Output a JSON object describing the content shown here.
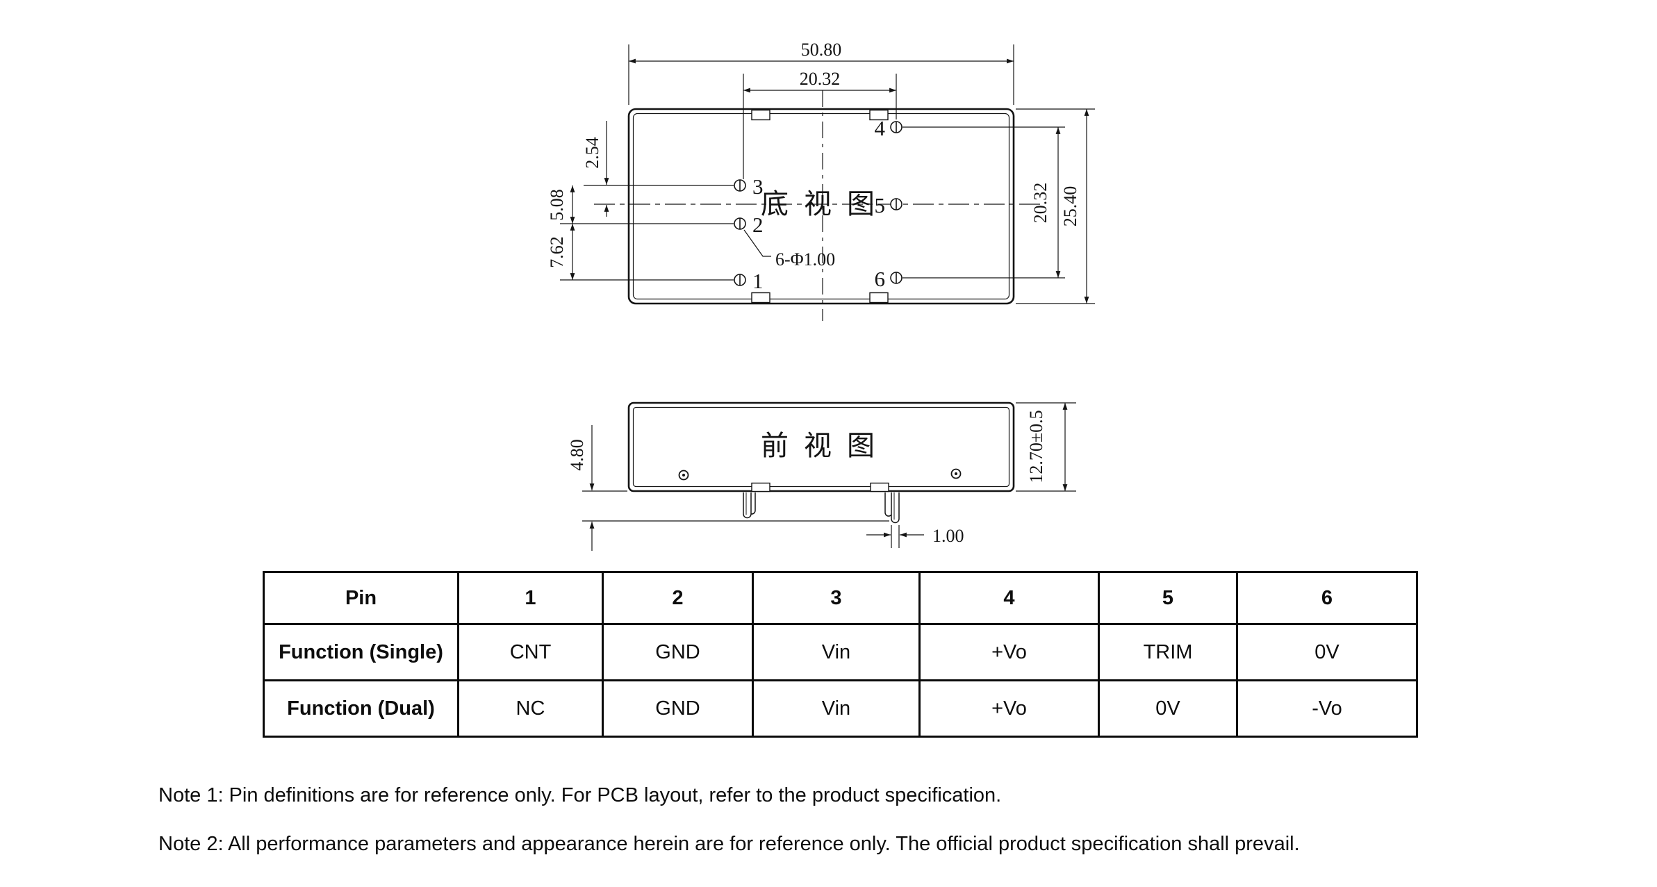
{
  "bottom_view": {
    "title": "底 视 图",
    "dim_overall_width": "50.80",
    "dim_pin_col_spacing": "20.32",
    "dim_pin3_to_center": "2.54",
    "dim_pin3_to_pin2": "5.08",
    "dim_pin2_to_pin1": "7.62",
    "dim_pin4_to_pin6": "20.32",
    "dim_overall_depth": "25.40",
    "hole_callout": "6-Φ1.00",
    "pin_labels": [
      "1",
      "2",
      "3",
      "4",
      "5",
      "6"
    ]
  },
  "front_view": {
    "title": "前 视 图",
    "dim_pin_length": "4.80",
    "dim_body_height": "12.70±0.5",
    "dim_pin_width": "1.00"
  },
  "pin_table": {
    "headers": [
      "Pin",
      "1",
      "2",
      "3",
      "4",
      "5",
      "6"
    ],
    "rows": [
      {
        "label": "Function (Single)",
        "values": [
          "CNT",
          "GND",
          "Vin",
          "+Vo",
          "TRIM",
          "0V"
        ]
      },
      {
        "label": "Function (Dual)",
        "values": [
          "NC",
          "GND",
          "Vin",
          "+Vo",
          "0V",
          "-Vo"
        ]
      }
    ]
  },
  "notes": [
    "Note 1: Pin definitions are for reference only. For PCB layout, refer to the product specification.",
    "Note 2: All performance parameters and appearance herein are for reference only. The official product specification shall prevail."
  ]
}
